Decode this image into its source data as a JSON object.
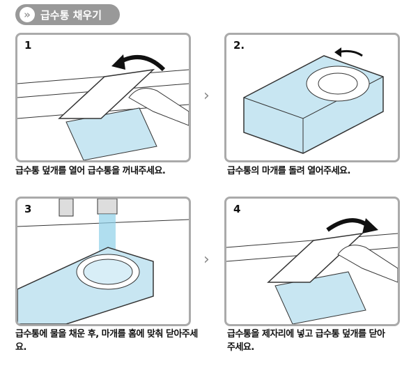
{
  "title": {
    "label": "급수통 채우기",
    "icon": "double-chevron-right-icon"
  },
  "steps": [
    {
      "number": "1",
      "caption": "급수통 덮개를 열어 급수통을 꺼내주세요."
    },
    {
      "number": "2.",
      "caption": "급수통의 마개를 돌려 열어주세요."
    },
    {
      "number": "3",
      "caption": "급수통에 물을 채운 후, 마개를 홈에 맞춰 닫아주세요."
    },
    {
      "number": "4",
      "caption": "급수통을 제자리에 넣고 급수통 덮개를 닫아주세요."
    }
  ],
  "colors": {
    "tank": "#c8e6f2",
    "frame": "#aaaaaa",
    "arrow": "#111111"
  }
}
